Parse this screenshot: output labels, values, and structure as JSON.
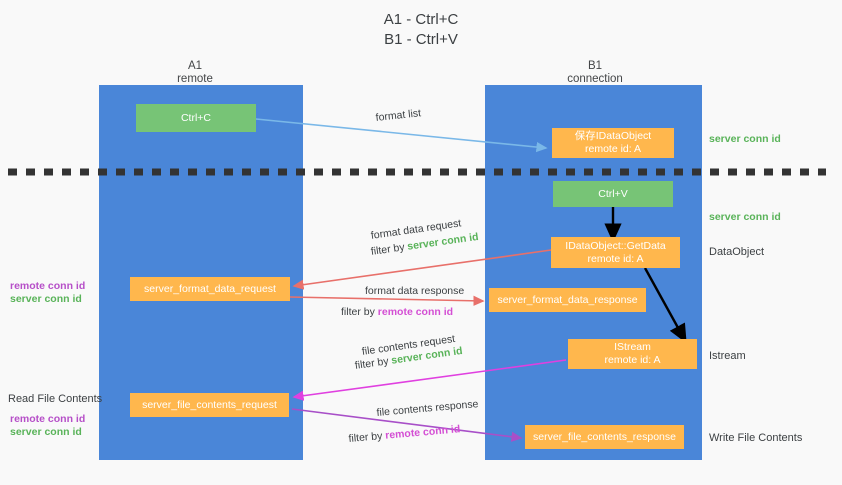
{
  "title": {
    "line1": "A1 - Ctrl+C",
    "line2": "B1 - Ctrl+V"
  },
  "columns": [
    {
      "name": "A1",
      "sub": "remote"
    },
    {
      "name": "B1",
      "sub": "connection"
    }
  ],
  "boxes": {
    "ctrl_c": {
      "label": "Ctrl+C"
    },
    "save_idataobject": {
      "line1": "保存IDataObject",
      "line2": "remote id: A"
    },
    "ctrl_v": {
      "label": "Ctrl+V"
    },
    "getdata": {
      "line1": "IDataObject::GetData",
      "line2": "remote id: A"
    },
    "server_format_data_request": {
      "label": "server_format_data_request"
    },
    "server_format_data_response": {
      "label": "server_format_data_response"
    },
    "istream": {
      "line1": "IStream",
      "line2": "remote id: A"
    },
    "server_file_contents_request": {
      "label": "server_file_contents_request"
    },
    "server_file_contents_response": {
      "label": "server_file_contents_response"
    }
  },
  "right_labels": {
    "server_conn_id_top": "server conn id",
    "server_conn_id_mid": "server conn id",
    "dataobject": "DataObject",
    "istream": "Istream",
    "write_file_contents": "Write File Contents"
  },
  "left_labels": {
    "remote_conn_id_1": "remote conn id",
    "server_conn_id_1": "server conn id",
    "read_file_contents": "Read File Contents",
    "remote_conn_id_2": "remote conn id",
    "server_conn_id_2": "server conn id"
  },
  "edges": {
    "format_list": "format list",
    "format_data_request": "format data request",
    "format_data_request_filter_pre": "filter by ",
    "format_data_request_filter_key": "server conn id",
    "format_data_response": "format data response",
    "format_data_response_filter_pre": "filter by ",
    "format_data_response_filter_key": "remote conn id",
    "file_contents_request": "file contents request",
    "file_contents_request_filter_pre": "filter by ",
    "file_contents_request_filter_key": "server conn id",
    "file_contents_response": "file contents response",
    "file_contents_response_filter_pre": "filter by ",
    "file_contents_response_filter_key": "remote conn id"
  },
  "colors": {
    "lane": "#4a86d8",
    "green_box": "#77c476",
    "orange_box": "#ffb74d",
    "light_blue_arrow": "#7ab8e8",
    "red_arrow": "#e8706a",
    "magenta_arrow": "#e040e0",
    "purple_arrow": "#a84fc8",
    "black_arrow": "#000000",
    "conn_green_text": "#59b359",
    "conn_purple_text": "#b64fc8",
    "dashed_line": "#333333",
    "background": "#f9f9f9"
  }
}
